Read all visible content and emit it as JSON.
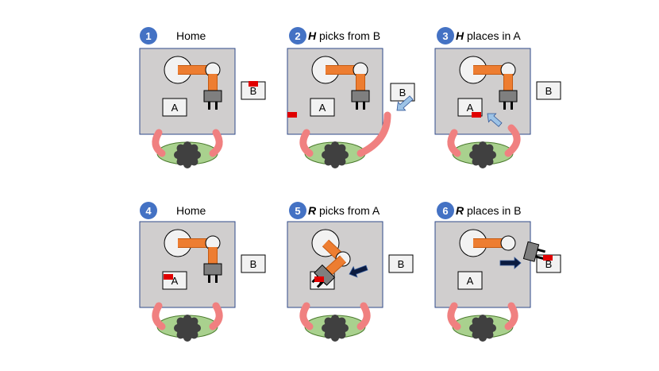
{
  "colors": {
    "table": "#d0cece",
    "table_border": "#2f4a8a",
    "arm": "#ed7d31",
    "arm_border": "#c55a11",
    "gripper": "#7f7f7f",
    "part": "#e00000",
    "human_body": "#a9d18e",
    "human_arm": "#f08080",
    "human_head": "#404040",
    "human_arrow": "#9dc3e6",
    "robot_arrow": "#0b1b3f",
    "badge": "#4472c4"
  },
  "panels": [
    {
      "number": "1",
      "agent": "",
      "caption": "Home"
    },
    {
      "number": "2",
      "agent": "H",
      "caption": " picks from B"
    },
    {
      "number": "3",
      "agent": "H",
      "caption": " places in A"
    },
    {
      "number": "4",
      "agent": "",
      "caption": "Home"
    },
    {
      "number": "5",
      "agent": "R",
      "caption": " picks from A"
    },
    {
      "number": "6",
      "agent": "R",
      "caption": " places in B"
    }
  ],
  "bins": {
    "a_label": "A",
    "b_label": "B"
  }
}
